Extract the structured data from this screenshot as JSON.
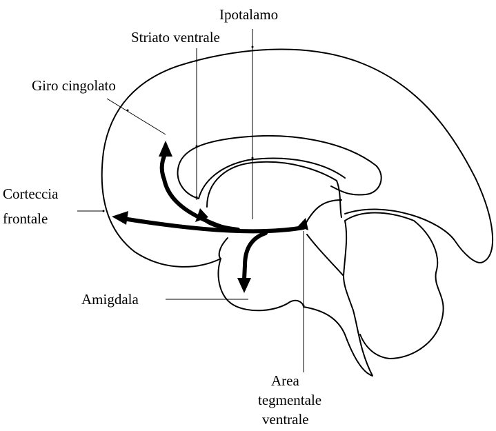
{
  "labels": {
    "hypothalamus": "Ipotalamo",
    "ventral_striatum": "Striato ventrale",
    "cingulate_gyrus": "Giro cingolato",
    "frontal_cortex_line1": "Corteccia",
    "frontal_cortex_line2": "frontale",
    "amygdala": "Amigdala",
    "vta_line1": "Area",
    "vta_line2": "tegmentale",
    "vta_line3": "ventrale"
  },
  "colors": {
    "stroke": "#000000",
    "background": "#ffffff"
  }
}
